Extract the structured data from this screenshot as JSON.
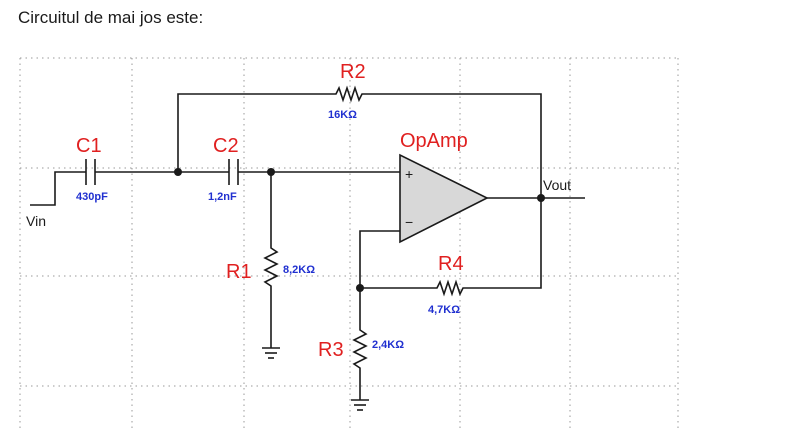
{
  "question": "Circuitul de mai jos este:",
  "components": {
    "C1": {
      "ref": "C1",
      "value": "430pF"
    },
    "C2": {
      "ref": "C2",
      "value": "1,2nF"
    },
    "R1": {
      "ref": "R1",
      "value": "8,2KΩ"
    },
    "R2": {
      "ref": "R2",
      "value": "16KΩ"
    },
    "R3": {
      "ref": "R3",
      "value": "2,4KΩ"
    },
    "R4": {
      "ref": "R4",
      "value": "4,7KΩ"
    },
    "opamp": {
      "ref": "OpAmp",
      "plus": "+",
      "minus": "−"
    }
  },
  "terminals": {
    "input": "Vin",
    "output": "Vout"
  }
}
